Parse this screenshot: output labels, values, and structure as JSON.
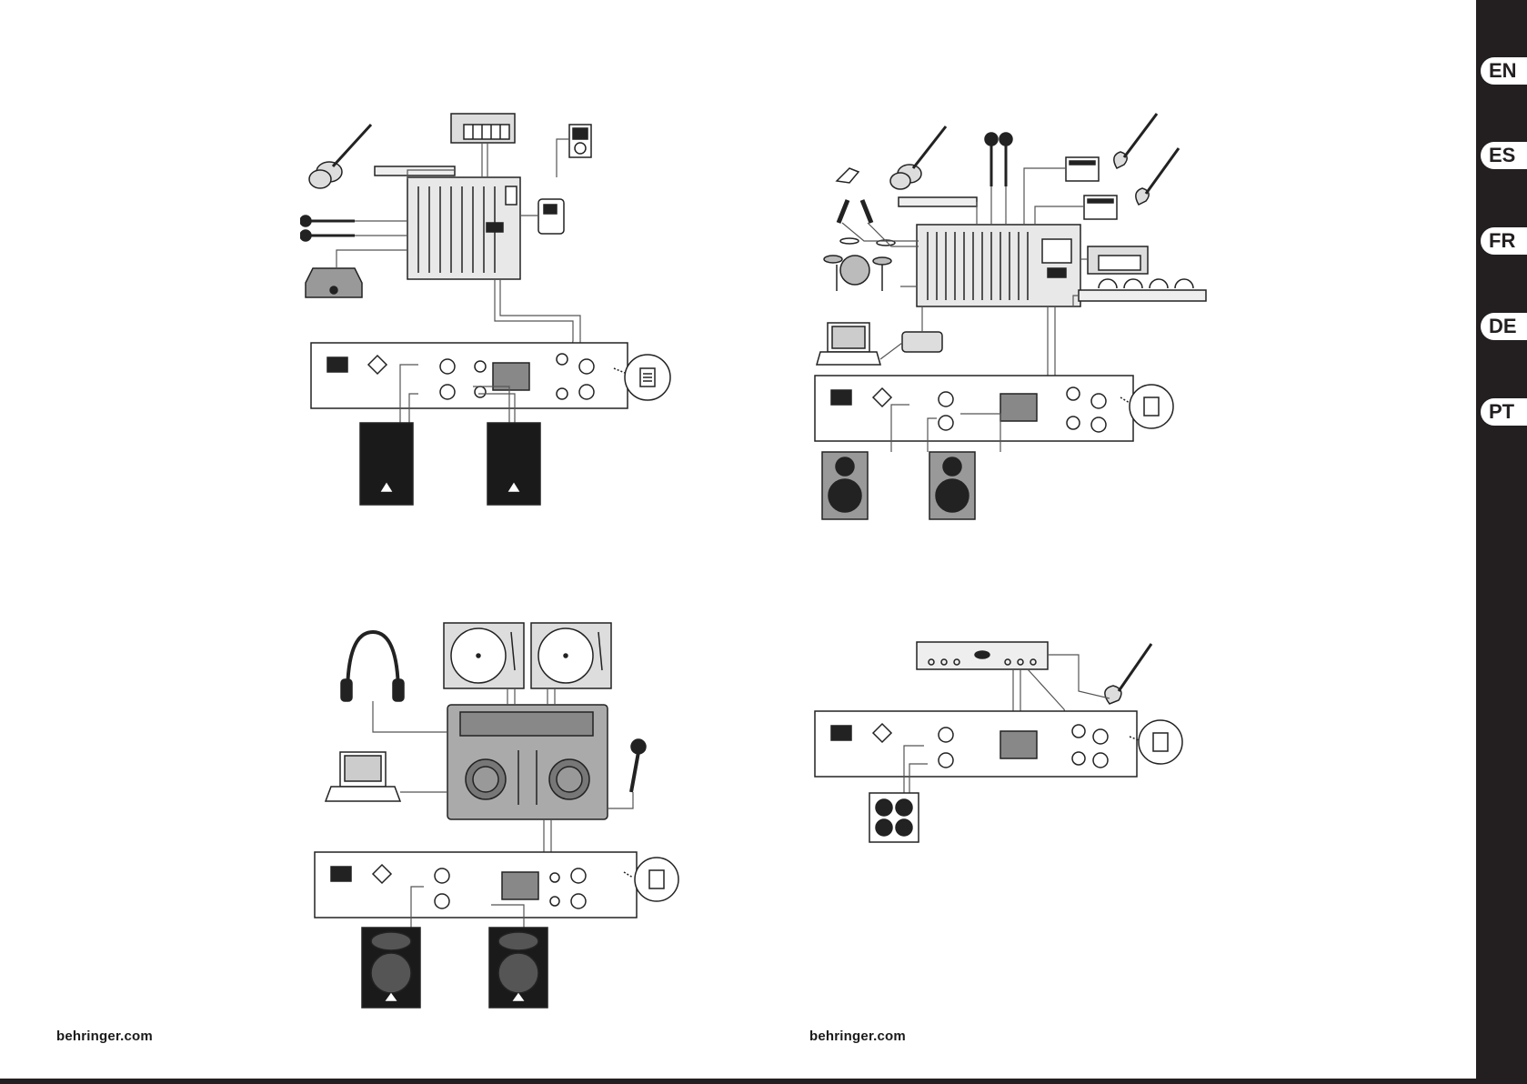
{
  "footer": {
    "brand_left": "behringer.com",
    "brand_right": "behringer.com"
  },
  "languages": [
    {
      "code": "EN"
    },
    {
      "code": "ES"
    },
    {
      "code": "FR"
    },
    {
      "code": "DE"
    },
    {
      "code": "PT"
    }
  ],
  "colors": {
    "ink": "#231f20",
    "panel": "#e8e8e8",
    "speaker": "#1a1a1a",
    "cable": "#555555"
  }
}
